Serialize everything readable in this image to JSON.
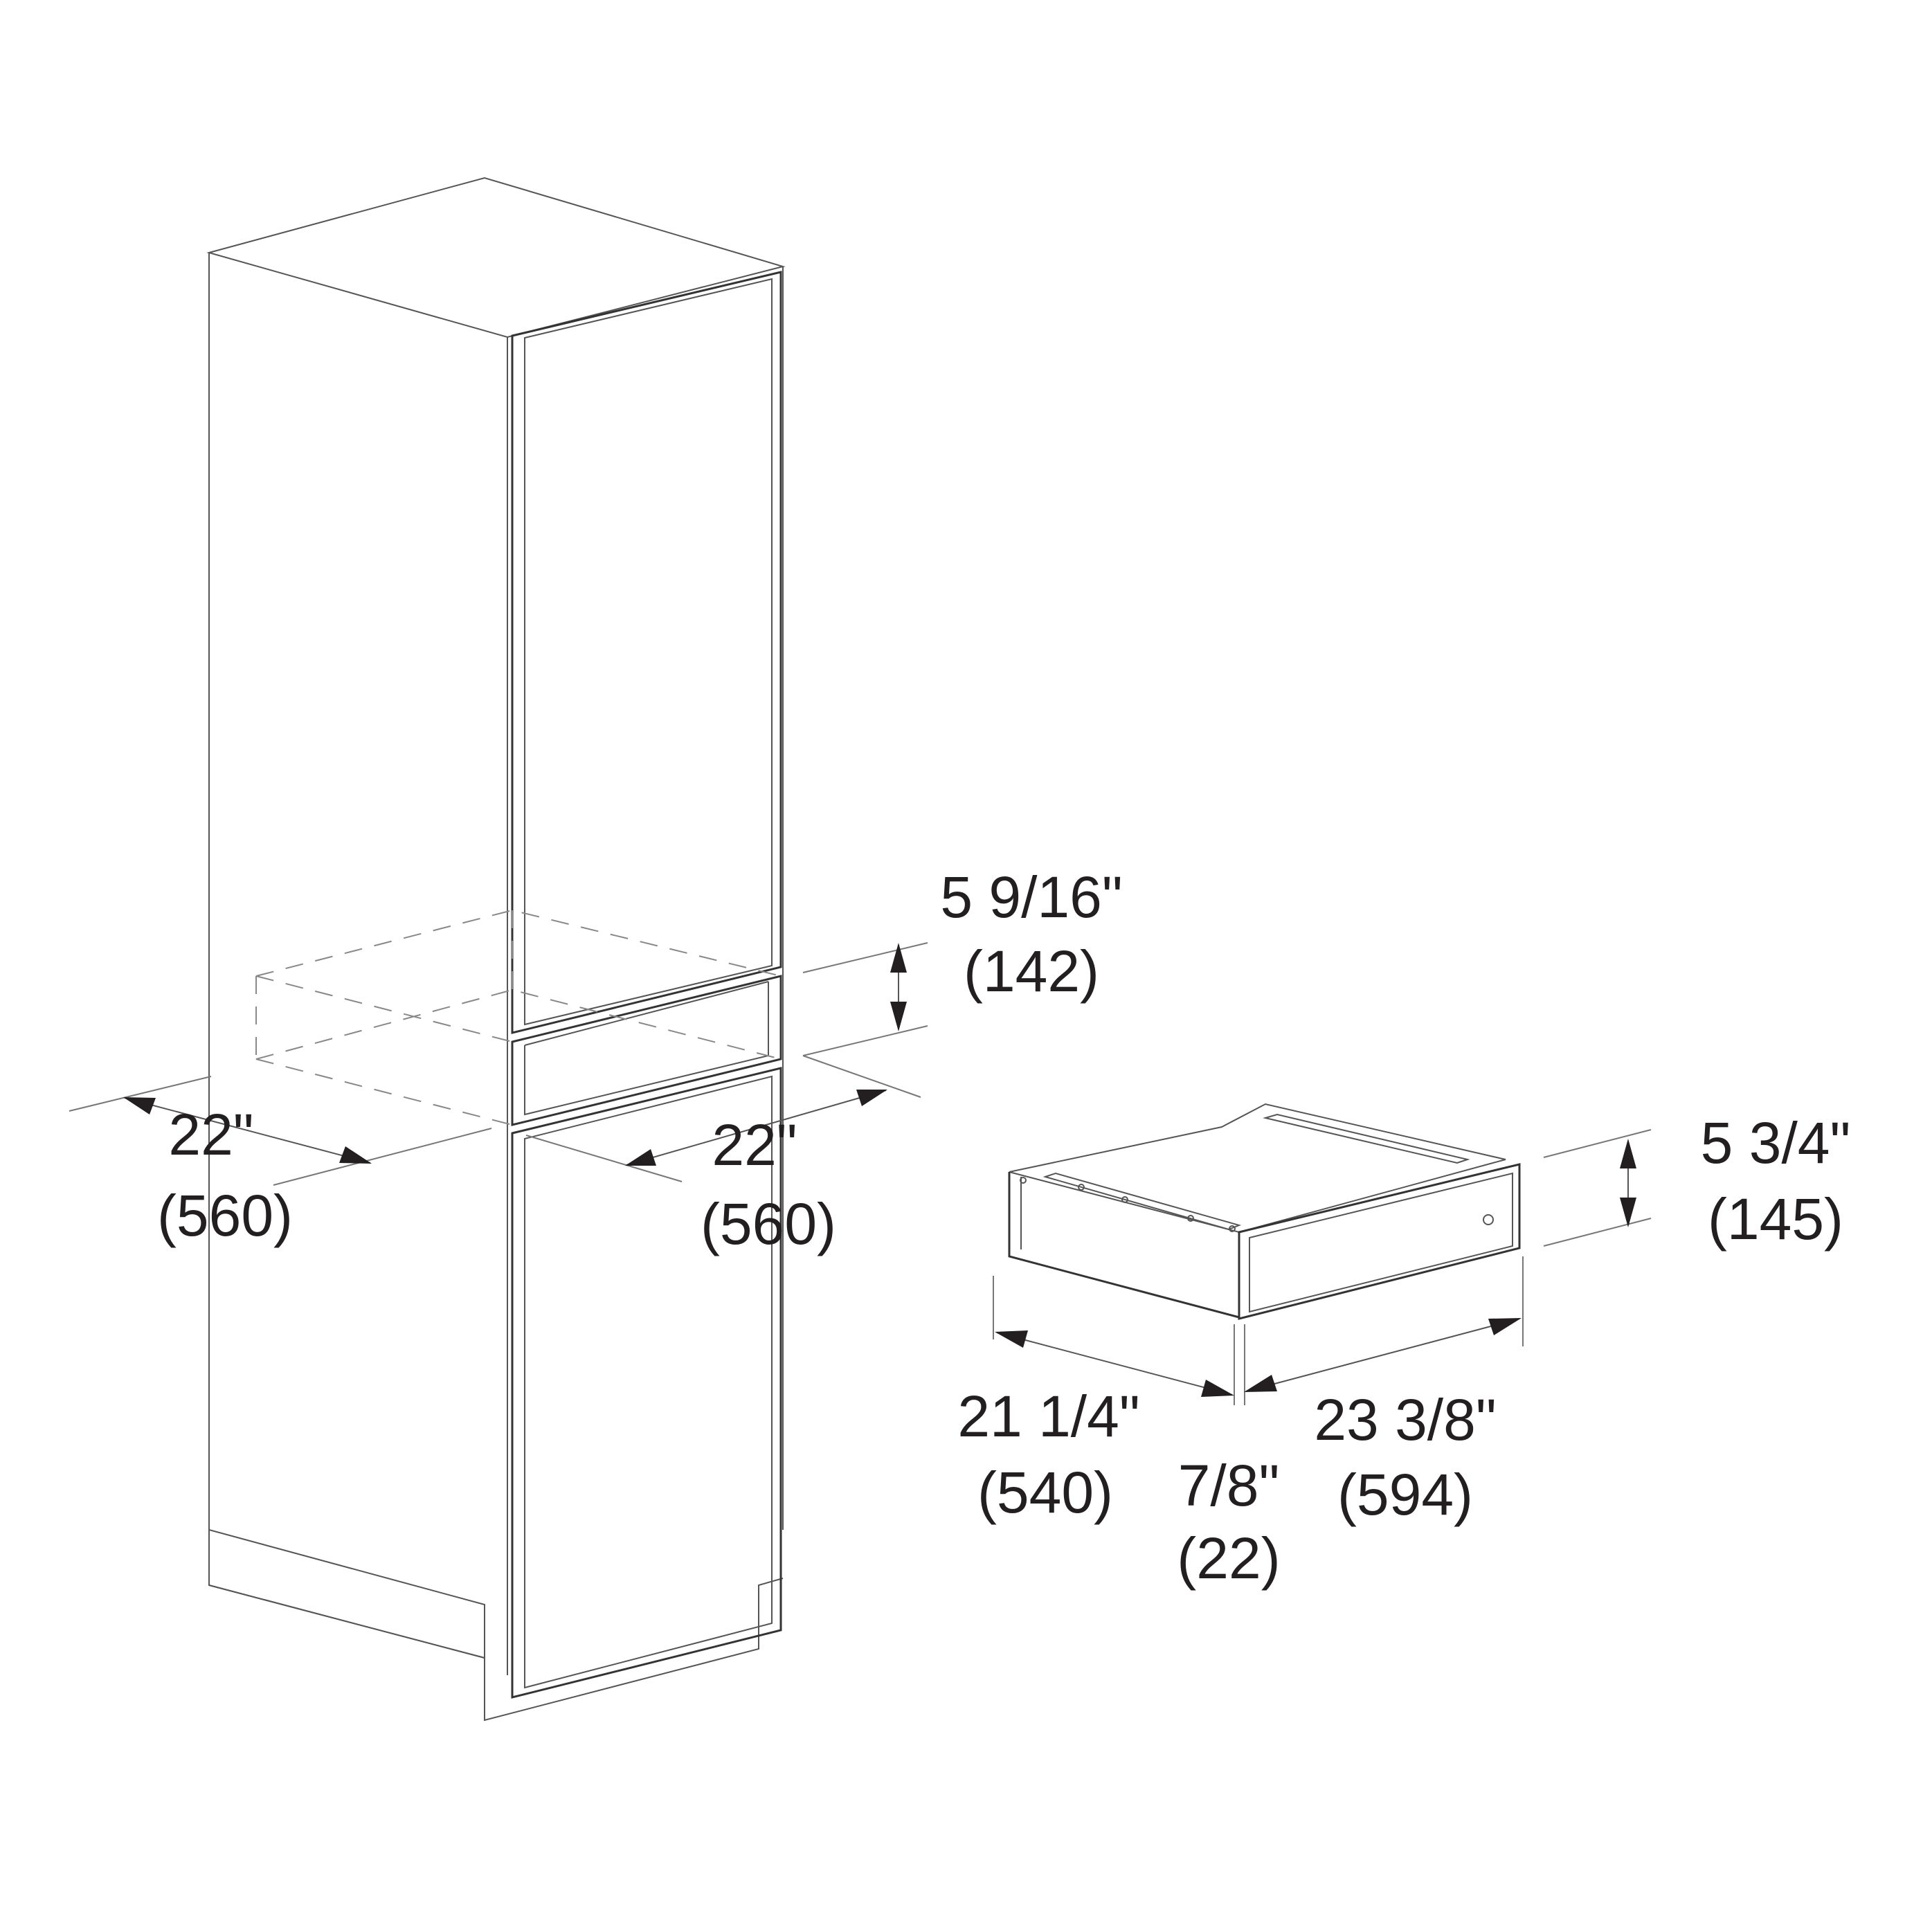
{
  "dimensions": {
    "cabinet_width": {
      "imperial": "22\"",
      "metric": "(560)"
    },
    "cabinet_depth": {
      "imperial": "22\"",
      "metric": "(560)"
    },
    "cutout_height": {
      "imperial": "5 9/16\"",
      "metric": "(142)"
    },
    "drawer_height": {
      "imperial": "5 3/4\"",
      "metric": "(145)"
    },
    "drawer_depth": {
      "imperial": "21 1/4\"",
      "metric": "(540)"
    },
    "front_thickness": {
      "imperial": "7/8\"",
      "metric": "(22)"
    },
    "drawer_width": {
      "imperial": "23 3/8\"",
      "metric": "(594)"
    }
  },
  "colors": {
    "line": "#333333",
    "text": "#231f20",
    "background": "#ffffff"
  }
}
